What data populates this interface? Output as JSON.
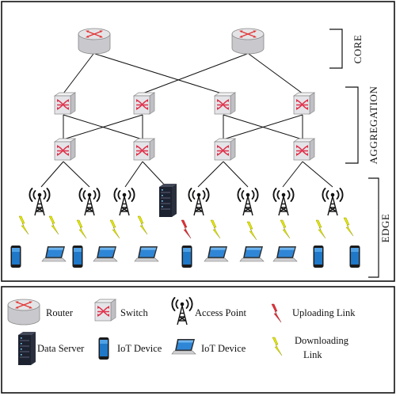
{
  "tiers": {
    "core": "CORE",
    "aggregation": "AGGREGATION",
    "edge": "EDGE"
  },
  "legend": {
    "router": "Router",
    "switch": "Switch",
    "access_point": "Access Point",
    "uploading_link": "Uploading Link",
    "data_server": "Data Server",
    "iot_device_phone": "IoT Device",
    "iot_device_laptop": "IoT Device",
    "downloading_link_line1": "Downloading",
    "downloading_link_line2": "Link"
  },
  "colors": {
    "border": "#111111",
    "router_fill": "#d9d9dc",
    "router_mark": "#e23a3a",
    "switch_fill": "#e6e6ea",
    "switch_mark": "#e0304a",
    "uploading_bolt": "#e8303a",
    "downloading_bolt": "#e2e800",
    "device_blue": "#1f78c8",
    "server_dark": "#1c2230"
  }
}
